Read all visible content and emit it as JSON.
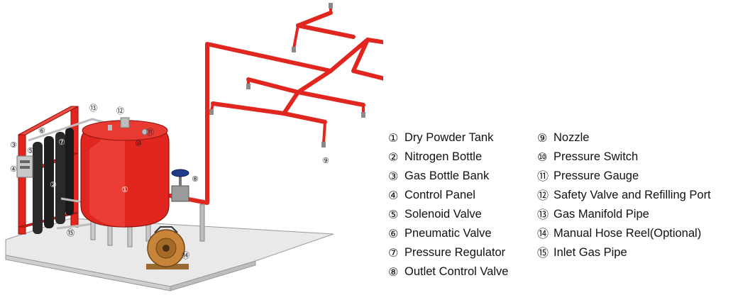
{
  "colors": {
    "red": "#e0261f",
    "dark_red": "#a5150f",
    "steel": "#b8b8b8",
    "base": "#e6e6e6",
    "brass": "#c8853a"
  },
  "legend": [
    {
      "num": "①",
      "label": "Dry Powder Tank"
    },
    {
      "num": "②",
      "label": "Nitrogen Bottle"
    },
    {
      "num": "③",
      "label": "Gas Bottle Bank"
    },
    {
      "num": "④",
      "label": "Control Panel"
    },
    {
      "num": "⑤",
      "label": "Solenoid Valve"
    },
    {
      "num": "⑥",
      "label": "Pneumatic Valve"
    },
    {
      "num": "⑦",
      "label": "Pressure Regulator"
    },
    {
      "num": "⑧",
      "label": "Outlet Control Valve"
    },
    {
      "num": "⑨",
      "label": "Nozzle"
    },
    {
      "num": "⑩",
      "label": "Pressure Switch"
    },
    {
      "num": "⑪",
      "label": "Pressure Gauge"
    },
    {
      "num": "⑫",
      "label": "Safety Valve and Refilling Port"
    },
    {
      "num": "⑬",
      "label": "Gas Manifold Pipe"
    },
    {
      "num": "⑭",
      "label": "Manual Hose Reel(Optional)"
    },
    {
      "num": "⑮",
      "label": "Inlet Gas Pipe"
    }
  ]
}
